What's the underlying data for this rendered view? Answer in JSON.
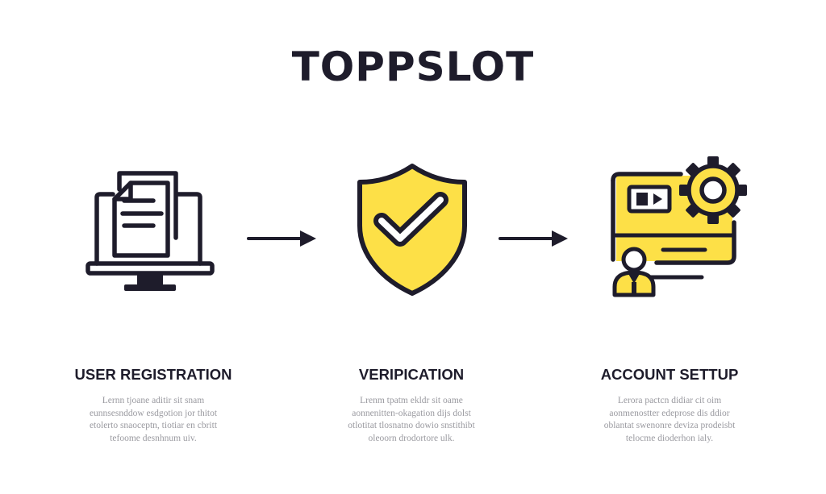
{
  "title": "TOPPSLOT",
  "colors": {
    "ink": "#1e1c2b",
    "accent": "#fde047",
    "muted": "#9a9aa0"
  },
  "steps": [
    {
      "icon": "laptop-document-icon",
      "heading": "USER REGISTRATION",
      "desc": [
        "Lernn tjoane aditir sit snam",
        "eunnsesnddow esdgotion jor thitot",
        "etolerto snaoceptn, tiotiar en cbritt",
        "tefoome desnhnum uiv."
      ]
    },
    {
      "icon": "shield-check-icon",
      "heading": "VERIPICATION",
      "desc": [
        "Lrenm tpatm ekldr sit oame",
        "aonnenitten-okagation dijs dolst",
        "otlotitat tlosnatno dowio snstithibt",
        "oleoorn drodortore ulk."
      ]
    },
    {
      "icon": "card-gear-user-icon",
      "heading": "ACCOUNT SETTUP",
      "desc": [
        "Lerora pactcn didiar cit oim",
        "aonmenostter edeprose dis ddior",
        "oblantat swenonre deviza prodeisbt",
        "telocme dioderhon ialy."
      ]
    }
  ]
}
